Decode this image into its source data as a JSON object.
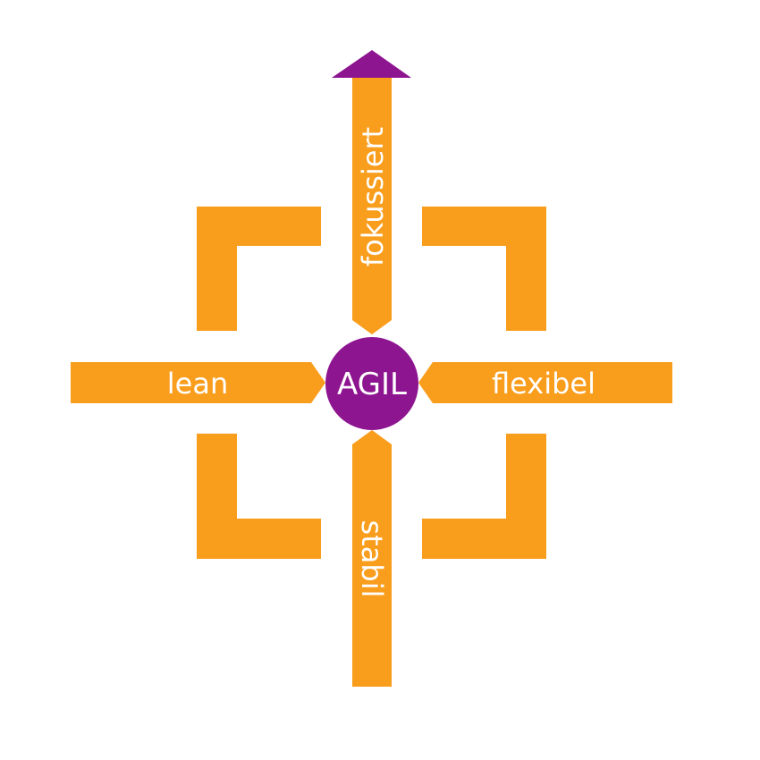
{
  "center": {
    "label": "AGIL"
  },
  "arms": {
    "top": "fokussiert",
    "left": "lean",
    "right": "flexibel",
    "bottom": "stabil"
  },
  "colors": {
    "orange": "#F99D1C",
    "purple": "#8E1590",
    "text": "#FFFFFF"
  }
}
